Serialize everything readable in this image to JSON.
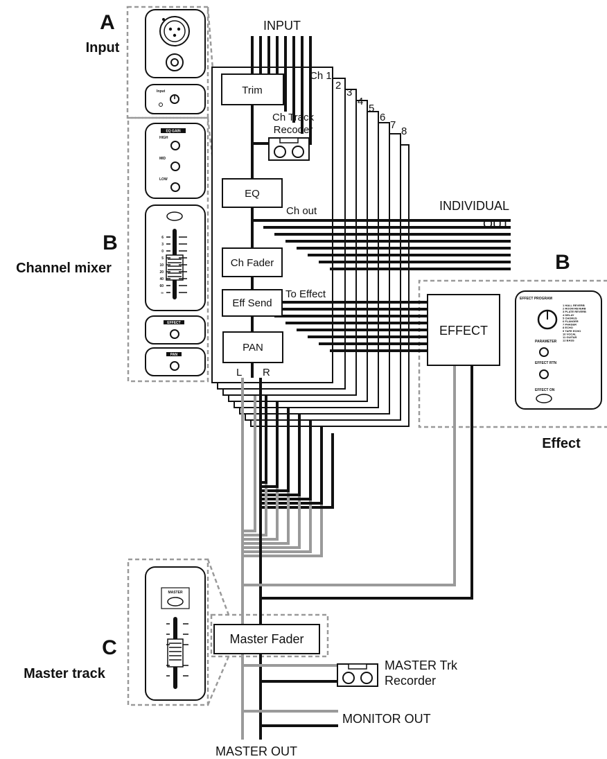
{
  "sections": {
    "a_letter": "A",
    "a_title": "Input",
    "b_letter": "B",
    "b_title": "Channel mixer",
    "b2_letter": "B",
    "effect_title": "Effect",
    "c_letter": "C",
    "c_title": "Master track"
  },
  "signal_flow": {
    "input": "INPUT",
    "channel_labels": [
      "Ch 1",
      "2",
      "3",
      "4",
      "5",
      "6",
      "7",
      "8"
    ],
    "trim": "Trim",
    "ch_track_recorder": [
      "Ch Track",
      "Recoder"
    ],
    "eq": "EQ",
    "ch_out": "Ch out",
    "individual_out": [
      "INDIVIDUAL",
      "OUT"
    ],
    "ch_fader": "Ch Fader",
    "eff_send": "Eff Send",
    "to_effect": "To Effect",
    "effect": "EFFECT",
    "pan": "PAN",
    "pan_l": "L",
    "pan_r": "R",
    "master_fader": "Master Fader",
    "master_trk_recorder": [
      "MASTER Trk",
      "Recorder"
    ],
    "monitor_out": "MONITOR OUT",
    "master_out": "MASTER OUT"
  },
  "panel_labels": {
    "trim_input": "Input",
    "eq_header": "EQ GAIN",
    "eq_high": "HIGH",
    "eq_mid": "MID",
    "eq_low": "LOW",
    "fader_scale": [
      "6",
      "3",
      "0",
      "5",
      "10",
      "20",
      "40",
      "60",
      "∞"
    ],
    "effect_knob": "EFFECT",
    "pan_knob": "PAN",
    "effect_program": "EFFECT PROGRAM",
    "effect_presets": [
      "1 HALL REVERB",
      "2 ROOM REVERB",
      "3 PLATE REVERB",
      "4 DELAY",
      "5 CHORUS",
      "6 FLANGER",
      "7 PHASER",
      "8 ECHO",
      "9 TAPE ECHO",
      "10 VOCAL",
      "11 GUITAR",
      "12 BASS"
    ],
    "parameter": "PARAMETER",
    "effect_rtn": "EFFECT RTN",
    "effect_on": "EFFECT ON",
    "master": "MASTER"
  },
  "colors": {
    "line": "#111111",
    "gray_line": "#9a9a9a",
    "dashed": "#9a9a9a"
  }
}
